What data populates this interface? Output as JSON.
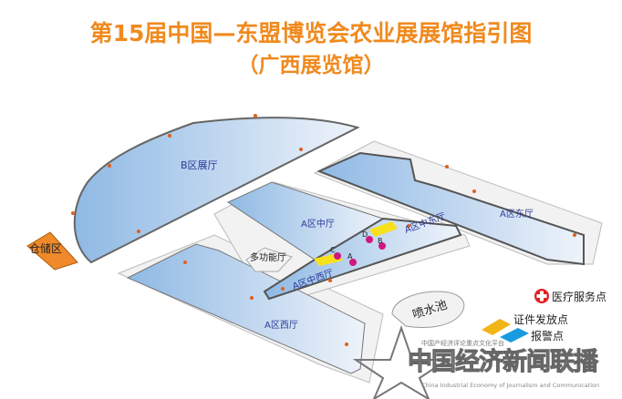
{
  "title": "第15届中国—东盟博览会农业展展馆指引图",
  "subtitle": "（广西展览馆）",
  "halls": {
    "b_hall": "B区展厅",
    "a_middle": "A区中厅",
    "a_mid_west": "A区中西厅",
    "a_mid_east": "A区中东厅",
    "a_east": "A区东厅",
    "a_west": "A区西厅",
    "multi": "多功能厅",
    "storage": "仓储区",
    "fountain": "喷水池"
  },
  "points": [
    "A",
    "B",
    "C",
    "D"
  ],
  "legend": {
    "medical": "医疗服务点",
    "certificate": "证件发放点",
    "police": "报警点"
  },
  "watermark": {
    "main": "中国经济新闻联播",
    "top": "中国产经济评论重点文化平台",
    "en": "China Industrial Economy of Journalism and Communication"
  },
  "colors": {
    "title": "#f08a1e",
    "hall": "#a9c8e8",
    "storage": "#f0892a",
    "point": "#d0177f",
    "certificate": "#f2b518",
    "police": "#1a9be0",
    "medical": "#e02020"
  }
}
